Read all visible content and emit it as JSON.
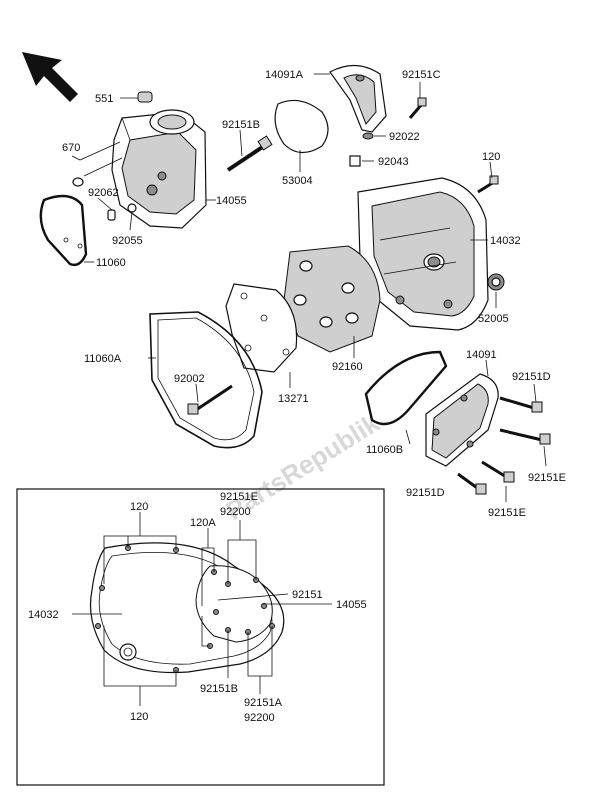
{
  "watermark": "PartsRepublik",
  "labels": {
    "p551": "551",
    "p670": "670",
    "p92062": "92062",
    "p92055": "92055",
    "p11060": "11060",
    "p92151B_top": "92151B",
    "p14055_top": "14055",
    "p14091A": "14091A",
    "p92151C": "92151C",
    "p92022": "92022",
    "p92043": "92043",
    "p53004": "53004",
    "p120_top": "120",
    "p14032_top": "14032",
    "p52005": "52005",
    "p11060A": "11060A",
    "p92002": "92002",
    "p13271": "13271",
    "p92160": "92160",
    "p14091": "14091",
    "p92151D_a": "92151D",
    "p11060B": "11060B",
    "p92151E_a": "92151E",
    "p92151D_b": "92151D",
    "p92151E_b": "92151E"
  },
  "inset": {
    "top_120": "120",
    "top_92151E": "92151E",
    "top_92200": "92200",
    "top_120A": "120A",
    "left_14032": "14032",
    "right_92151": "92151",
    "right_14055": "14055",
    "bot_92151B": "92151B",
    "bot_92151A": "92151A",
    "bot_92200": "92200",
    "bot_120": "120"
  }
}
